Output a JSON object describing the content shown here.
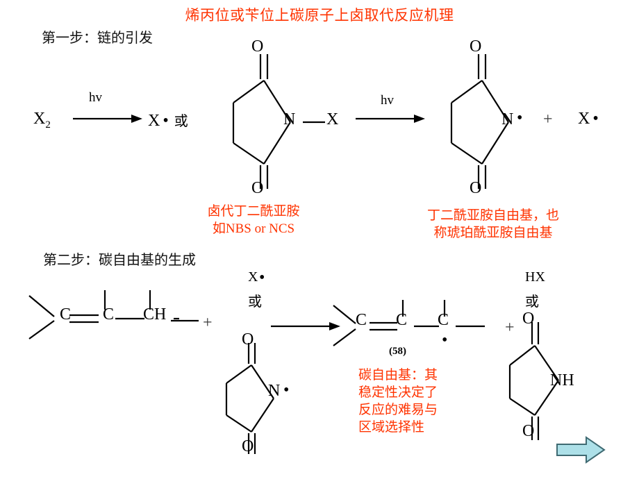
{
  "slide": {
    "title": "烯丙位或苄位上碳原子上卤取代反应机理",
    "title_color": "#FF3300"
  },
  "step1": {
    "heading": "第一步：链的引发",
    "reactant": "X",
    "reactant_subscript": "2",
    "arrow1_label": "hv",
    "arrow2_label": "hv",
    "radical_x": "X",
    "radical_dot": "•",
    "or_text": "或",
    "nbs": {
      "oxygen_top": "O",
      "oxygen_bottom": "O",
      "nitrogen": "N",
      "halogen": "X",
      "caption_line1": "卤代丁二酰亚胺",
      "caption_line2": "如NBS or NCS"
    },
    "radical_product": {
      "oxygen_top": "O",
      "oxygen_bottom": "O",
      "nitrogen": "N",
      "radical_dot": "•",
      "caption_line1": "丁二酰亚胺自由基，也",
      "caption_line2": "称琥珀酰亚胺自由基"
    },
    "plus_sign": "+",
    "x_radical_label": "X",
    "x_radical_dot": "•"
  },
  "step2": {
    "heading": "第二步：碳自由基的生成",
    "alkene": {
      "c1": "C",
      "c2": "C",
      "ch": "CH"
    },
    "plus_sign": "+",
    "middle": {
      "x_radical_clip": "X",
      "x_radical_dot": "•",
      "or_text": "或"
    },
    "succinimidyl": {
      "oxygen_top": "O",
      "oxygen_bottom": "O",
      "nitrogen": "N",
      "radical_dot": "•"
    },
    "product": {
      "c1": "C",
      "c2": "C",
      "c3": "C",
      "radical_dot": "•",
      "compound_number": "(58)",
      "note_line1": "碳自由基：其",
      "note_line2": "稳定性决定了",
      "note_line3": "反应的难易与",
      "note_line4": "区域选择性"
    },
    "right_plus": "+",
    "hx": {
      "label": "HX",
      "or_text": "或"
    },
    "succinimide": {
      "oxygen_top": "O",
      "oxygen_bottom": "O",
      "nh": "NH"
    }
  },
  "nav": {
    "next_arrow_icon": "next-arrow-icon",
    "fill_color": "#ADE0E8",
    "stroke_color": "#3F6A72"
  }
}
